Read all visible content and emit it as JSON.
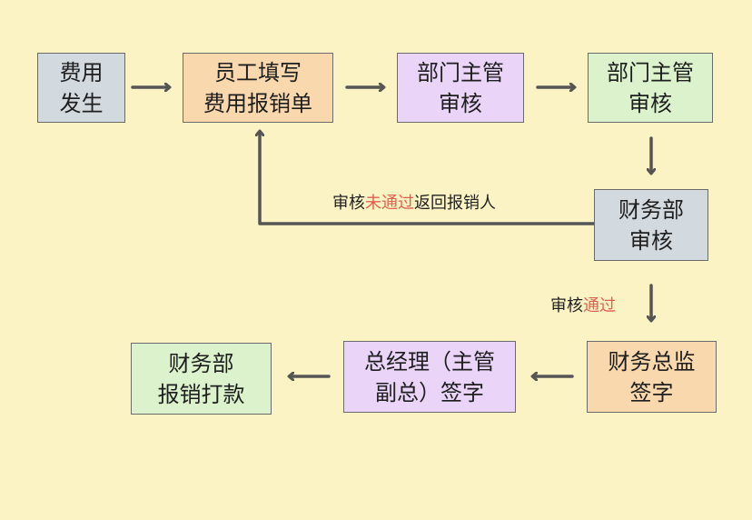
{
  "colors": {
    "background": "#fcf3c4",
    "arrow": "#555555",
    "highlight": "#e06050",
    "node_border": "#6b6b6b"
  },
  "nodes": {
    "expense_occurs": {
      "line1": "费用",
      "line2": "发生",
      "color": "#d2dae0"
    },
    "employee_fill": {
      "line1": "员工填写",
      "line2": "费用报销单",
      "color": "#f8d8ac"
    },
    "dept_manager_review_1": {
      "line1": "部门主管",
      "line2": "审核",
      "color": "#ead4f8"
    },
    "dept_manager_review_2": {
      "line1": "部门主管",
      "line2": "审核",
      "color": "#dbf2cd"
    },
    "finance_review": {
      "line1": "财务部",
      "line2": "审核",
      "color": "#d2dae0"
    },
    "finance_director_sign": {
      "line1": "财务总监",
      "line2": "签字",
      "color": "#f8d8ac"
    },
    "gm_sign": {
      "line1": "总经理（主管",
      "line2": "副总）签字",
      "color": "#ead4f8"
    },
    "finance_payment": {
      "line1": "财务部",
      "line2": "报销打款",
      "color": "#dbf2cd"
    }
  },
  "labels": {
    "rejected": {
      "prefix": "审核",
      "highlight": "未通过",
      "suffix": "返回报销人"
    },
    "approved": {
      "prefix": "审核",
      "highlight": "通过"
    }
  }
}
